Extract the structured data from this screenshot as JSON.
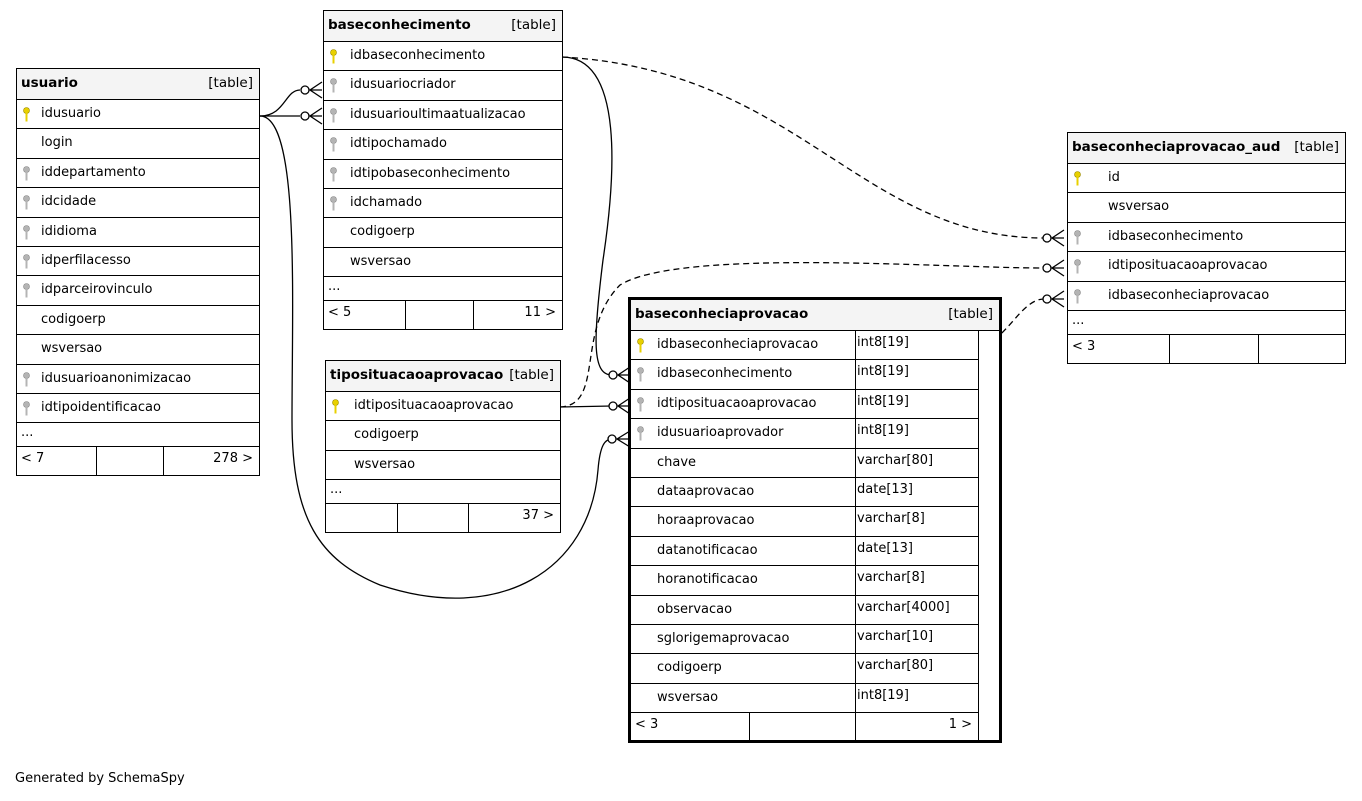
{
  "diagram": {
    "type_tag": "[table]",
    "generated_by": "Generated by SchemaSpy",
    "colors": {
      "primary_key_icon": "#e8d000",
      "foreign_key_icon": "#b4b4b4",
      "header_bg": "#f4f4f4"
    },
    "tables": {
      "usuario": {
        "name": "usuario",
        "columns": [
          {
            "name": "idusuario",
            "key": "pk"
          },
          {
            "name": "login",
            "key": ""
          },
          {
            "name": "iddepartamento",
            "key": "fk"
          },
          {
            "name": "idcidade",
            "key": "fk"
          },
          {
            "name": "ididioma",
            "key": "fk"
          },
          {
            "name": "idperfilacesso",
            "key": "fk"
          },
          {
            "name": "idparceirovinculo",
            "key": "fk"
          },
          {
            "name": "codigoerp",
            "key": ""
          },
          {
            "name": "wsversao",
            "key": ""
          },
          {
            "name": "idusuarioanonimizacao",
            "key": "fk"
          },
          {
            "name": "idtipoidentificacao",
            "key": "fk"
          }
        ],
        "more": "...",
        "footer_left": "< 7",
        "footer_right": "278 >"
      },
      "baseconhecimento": {
        "name": "baseconhecimento",
        "columns": [
          {
            "name": "idbaseconhecimento",
            "key": "pk"
          },
          {
            "name": "idusuariocriador",
            "key": "fk"
          },
          {
            "name": "idusuarioultimaatualizacao",
            "key": "fk"
          },
          {
            "name": "idtipochamado",
            "key": "fk"
          },
          {
            "name": "idtipobaseconhecimento",
            "key": "fk"
          },
          {
            "name": "idchamado",
            "key": "fk"
          },
          {
            "name": "codigoerp",
            "key": ""
          },
          {
            "name": "wsversao",
            "key": ""
          }
        ],
        "more": "...",
        "footer_left": "< 5",
        "footer_right": "11 >"
      },
      "tiposituacaoaprovacao": {
        "name": "tiposituacaoaprovacao",
        "columns": [
          {
            "name": "idtiposituacaoaprovacao",
            "key": "pk"
          },
          {
            "name": "codigoerp",
            "key": ""
          },
          {
            "name": "wsversao",
            "key": ""
          }
        ],
        "more": "...",
        "footer_left": "",
        "footer_right": "37 >"
      },
      "baseconheciaprovacao": {
        "name": "baseconheciaprovacao",
        "columns": [
          {
            "name": "idbaseconheciaprovacao",
            "type": "int8[19]",
            "key": "pk"
          },
          {
            "name": "idbaseconhecimento",
            "type": "int8[19]",
            "key": "fk"
          },
          {
            "name": "idtiposituacaoaprovacao",
            "type": "int8[19]",
            "key": "fk"
          },
          {
            "name": "idusuarioaprovador",
            "type": "int8[19]",
            "key": "fk"
          },
          {
            "name": "chave",
            "type": "varchar[80]",
            "key": ""
          },
          {
            "name": "dataaprovacao",
            "type": "date[13]",
            "key": ""
          },
          {
            "name": "horaaprovacao",
            "type": "varchar[8]",
            "key": ""
          },
          {
            "name": "datanotificacao",
            "type": "date[13]",
            "key": ""
          },
          {
            "name": "horanotificacao",
            "type": "varchar[8]",
            "key": ""
          },
          {
            "name": "observacao",
            "type": "varchar[4000]",
            "key": ""
          },
          {
            "name": "sglorigemaprovacao",
            "type": "varchar[10]",
            "key": ""
          },
          {
            "name": "codigoerp",
            "type": "varchar[80]",
            "key": ""
          },
          {
            "name": "wsversao",
            "type": "int8[19]",
            "key": ""
          }
        ],
        "footer_left": "< 3",
        "footer_right": "1 >"
      },
      "baseconheciaprovacao_aud": {
        "name": "baseconheciaprovacao_aud",
        "columns": [
          {
            "name": "id",
            "key": "pk"
          },
          {
            "name": "wsversao",
            "key": ""
          },
          {
            "name": "idbaseconhecimento",
            "key": "fk"
          },
          {
            "name": "idtiposituacaoaprovacao",
            "key": "fk"
          },
          {
            "name": "idbaseconheciaprovacao",
            "key": "fk"
          }
        ],
        "more": "...",
        "footer_left": "< 3",
        "footer_right": ""
      }
    }
  }
}
